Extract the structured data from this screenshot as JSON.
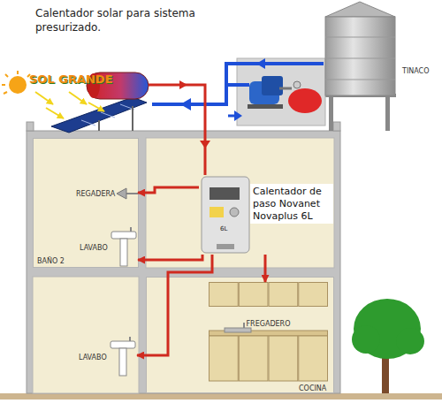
{
  "diagram": {
    "title": "Calentador solar para sistema presurizado.",
    "nodes": [
      {
        "text": [
          "TINACO"
        ]
      },
      {
        "text": [
          "BAÑO 2"
        ]
      },
      {
        "text": [
          "REGADERA"
        ],
        "in": 1
      },
      {
        "text": [
          "LAVABO"
        ],
        "in": 1
      },
      {
        "text": [
          "Calentador de paso Novanet Novaplus 6L"
        ]
      },
      {
        "text": [
          "LAVABO"
        ]
      },
      {
        "text": [
          "COCINA"
        ]
      },
      {
        "text": [
          "FREGADERO"
        ],
        "in": 6
      }
    ],
    "edges": [
      {
        "from": 4,
        "to": 2,
        "arrow": "to"
      },
      {
        "from": 4,
        "to": 3,
        "arrow": "to"
      },
      {
        "from": 4,
        "to": 5,
        "arrow": "to"
      },
      {
        "from": 4,
        "to": 7,
        "arrow": "to"
      }
    ],
    "labels": [
      "SOL GRANDE",
      "6L"
    ]
  }
}
